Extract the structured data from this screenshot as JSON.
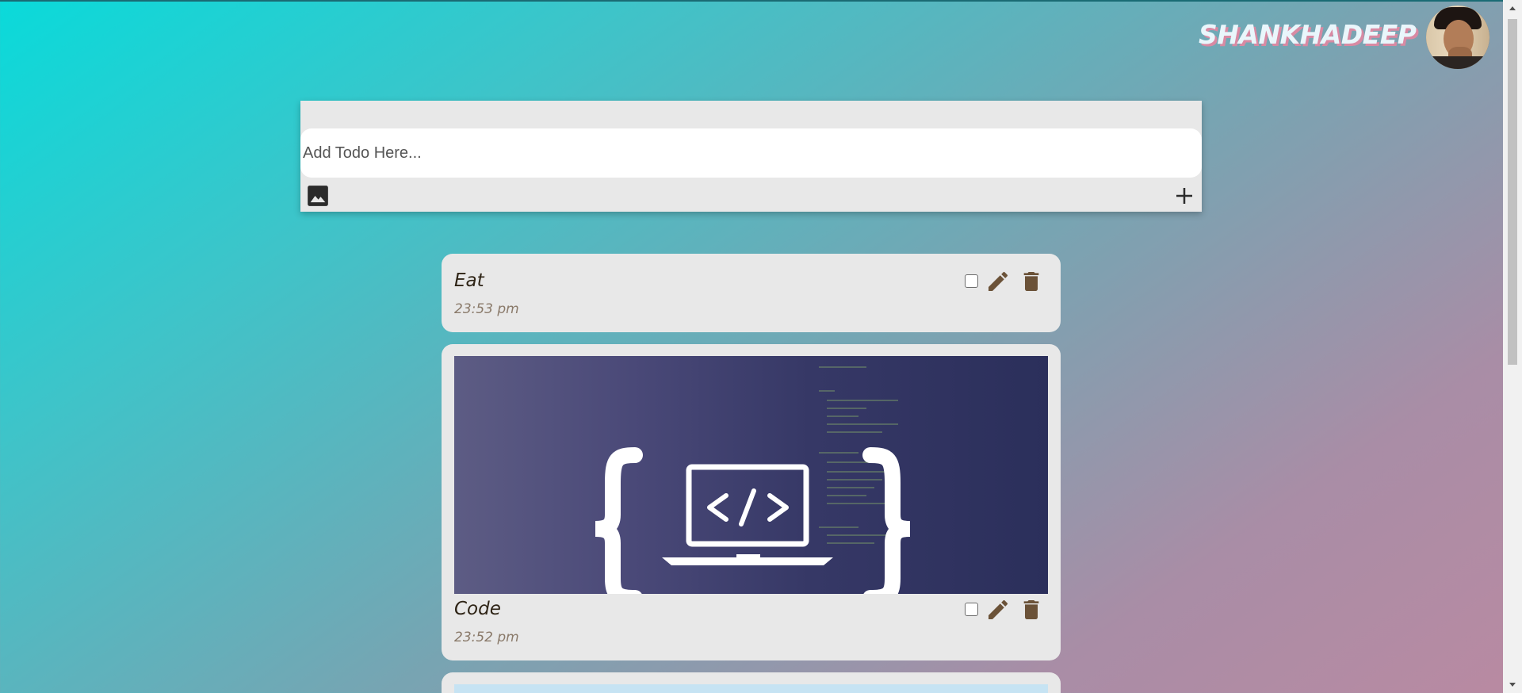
{
  "header": {
    "brand": "SHANKHADEEP",
    "avatar_icon": "user-avatar"
  },
  "composer": {
    "placeholder": "Add Todo Here...",
    "image_icon": "image-icon",
    "add_icon": "plus-icon"
  },
  "todos": [
    {
      "title": "Eat",
      "time": "23:53 pm",
      "checked": false,
      "has_image": false
    },
    {
      "title": "Code",
      "time": "23:52 pm",
      "checked": false,
      "has_image": true,
      "image_icon": "code-laptop-icon"
    }
  ],
  "colors": {
    "bg_start": "#0adada",
    "bg_end": "#b98aa2",
    "card": "#e8e8e8",
    "icon_brown": "#6b5238",
    "brand_text": "#e9f6fb",
    "brand_shadow": "#d88aa3"
  }
}
